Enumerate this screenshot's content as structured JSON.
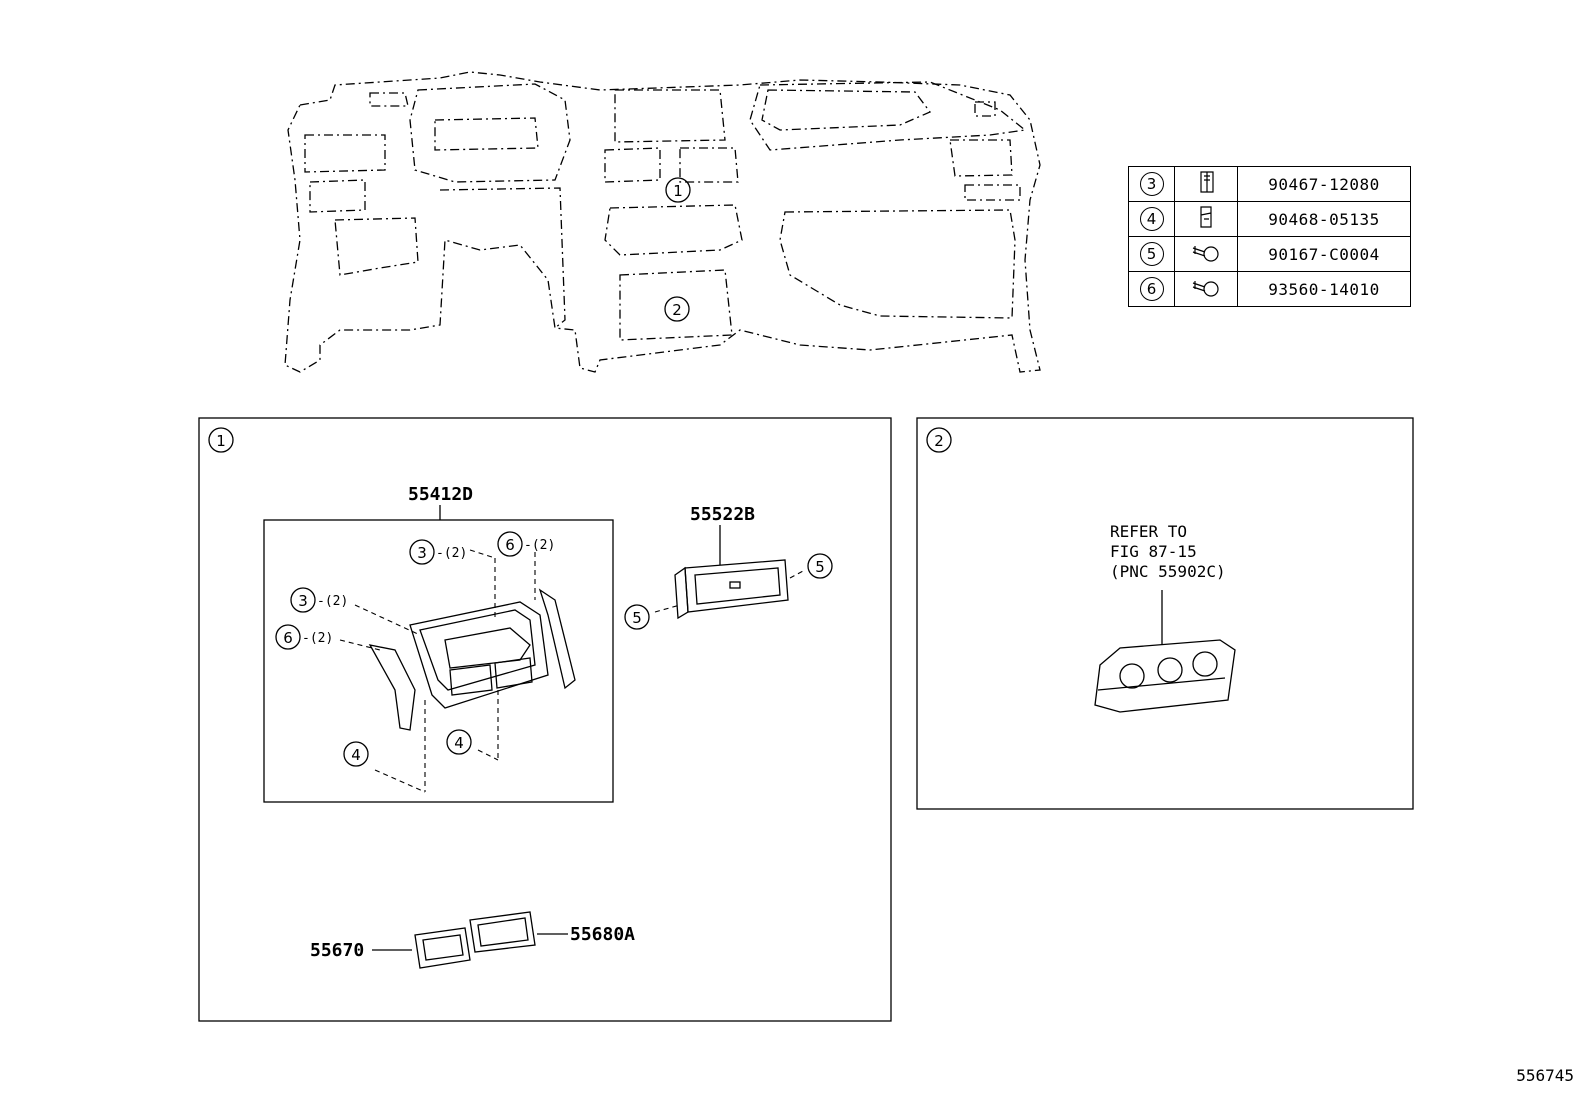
{
  "figure_id": "556745",
  "callouts": {
    "main_1": "1",
    "main_2": "2",
    "box1": "1",
    "box2": "2"
  },
  "parts_table": [
    {
      "ref": "3",
      "part_no": "90467-12080",
      "icon": "clip-icon"
    },
    {
      "ref": "4",
      "part_no": "90468-05135",
      "icon": "clip-icon"
    },
    {
      "ref": "5",
      "part_no": "90167-C0004",
      "icon": "screw-icon"
    },
    {
      "ref": "6",
      "part_no": "93560-14010",
      "icon": "screw-icon"
    }
  ],
  "box1_labels": {
    "assembly": "55412D",
    "display": "55522B",
    "vent_left": "55670",
    "vent_right": "55680A",
    "r3": "3",
    "r4": "4",
    "r5": "5",
    "r6": "6",
    "qty2": "-(2)"
  },
  "box2": {
    "refer_line1": "REFER TO",
    "refer_line2": "FIG 87-15",
    "refer_line3": "(PNC 55902C)"
  }
}
